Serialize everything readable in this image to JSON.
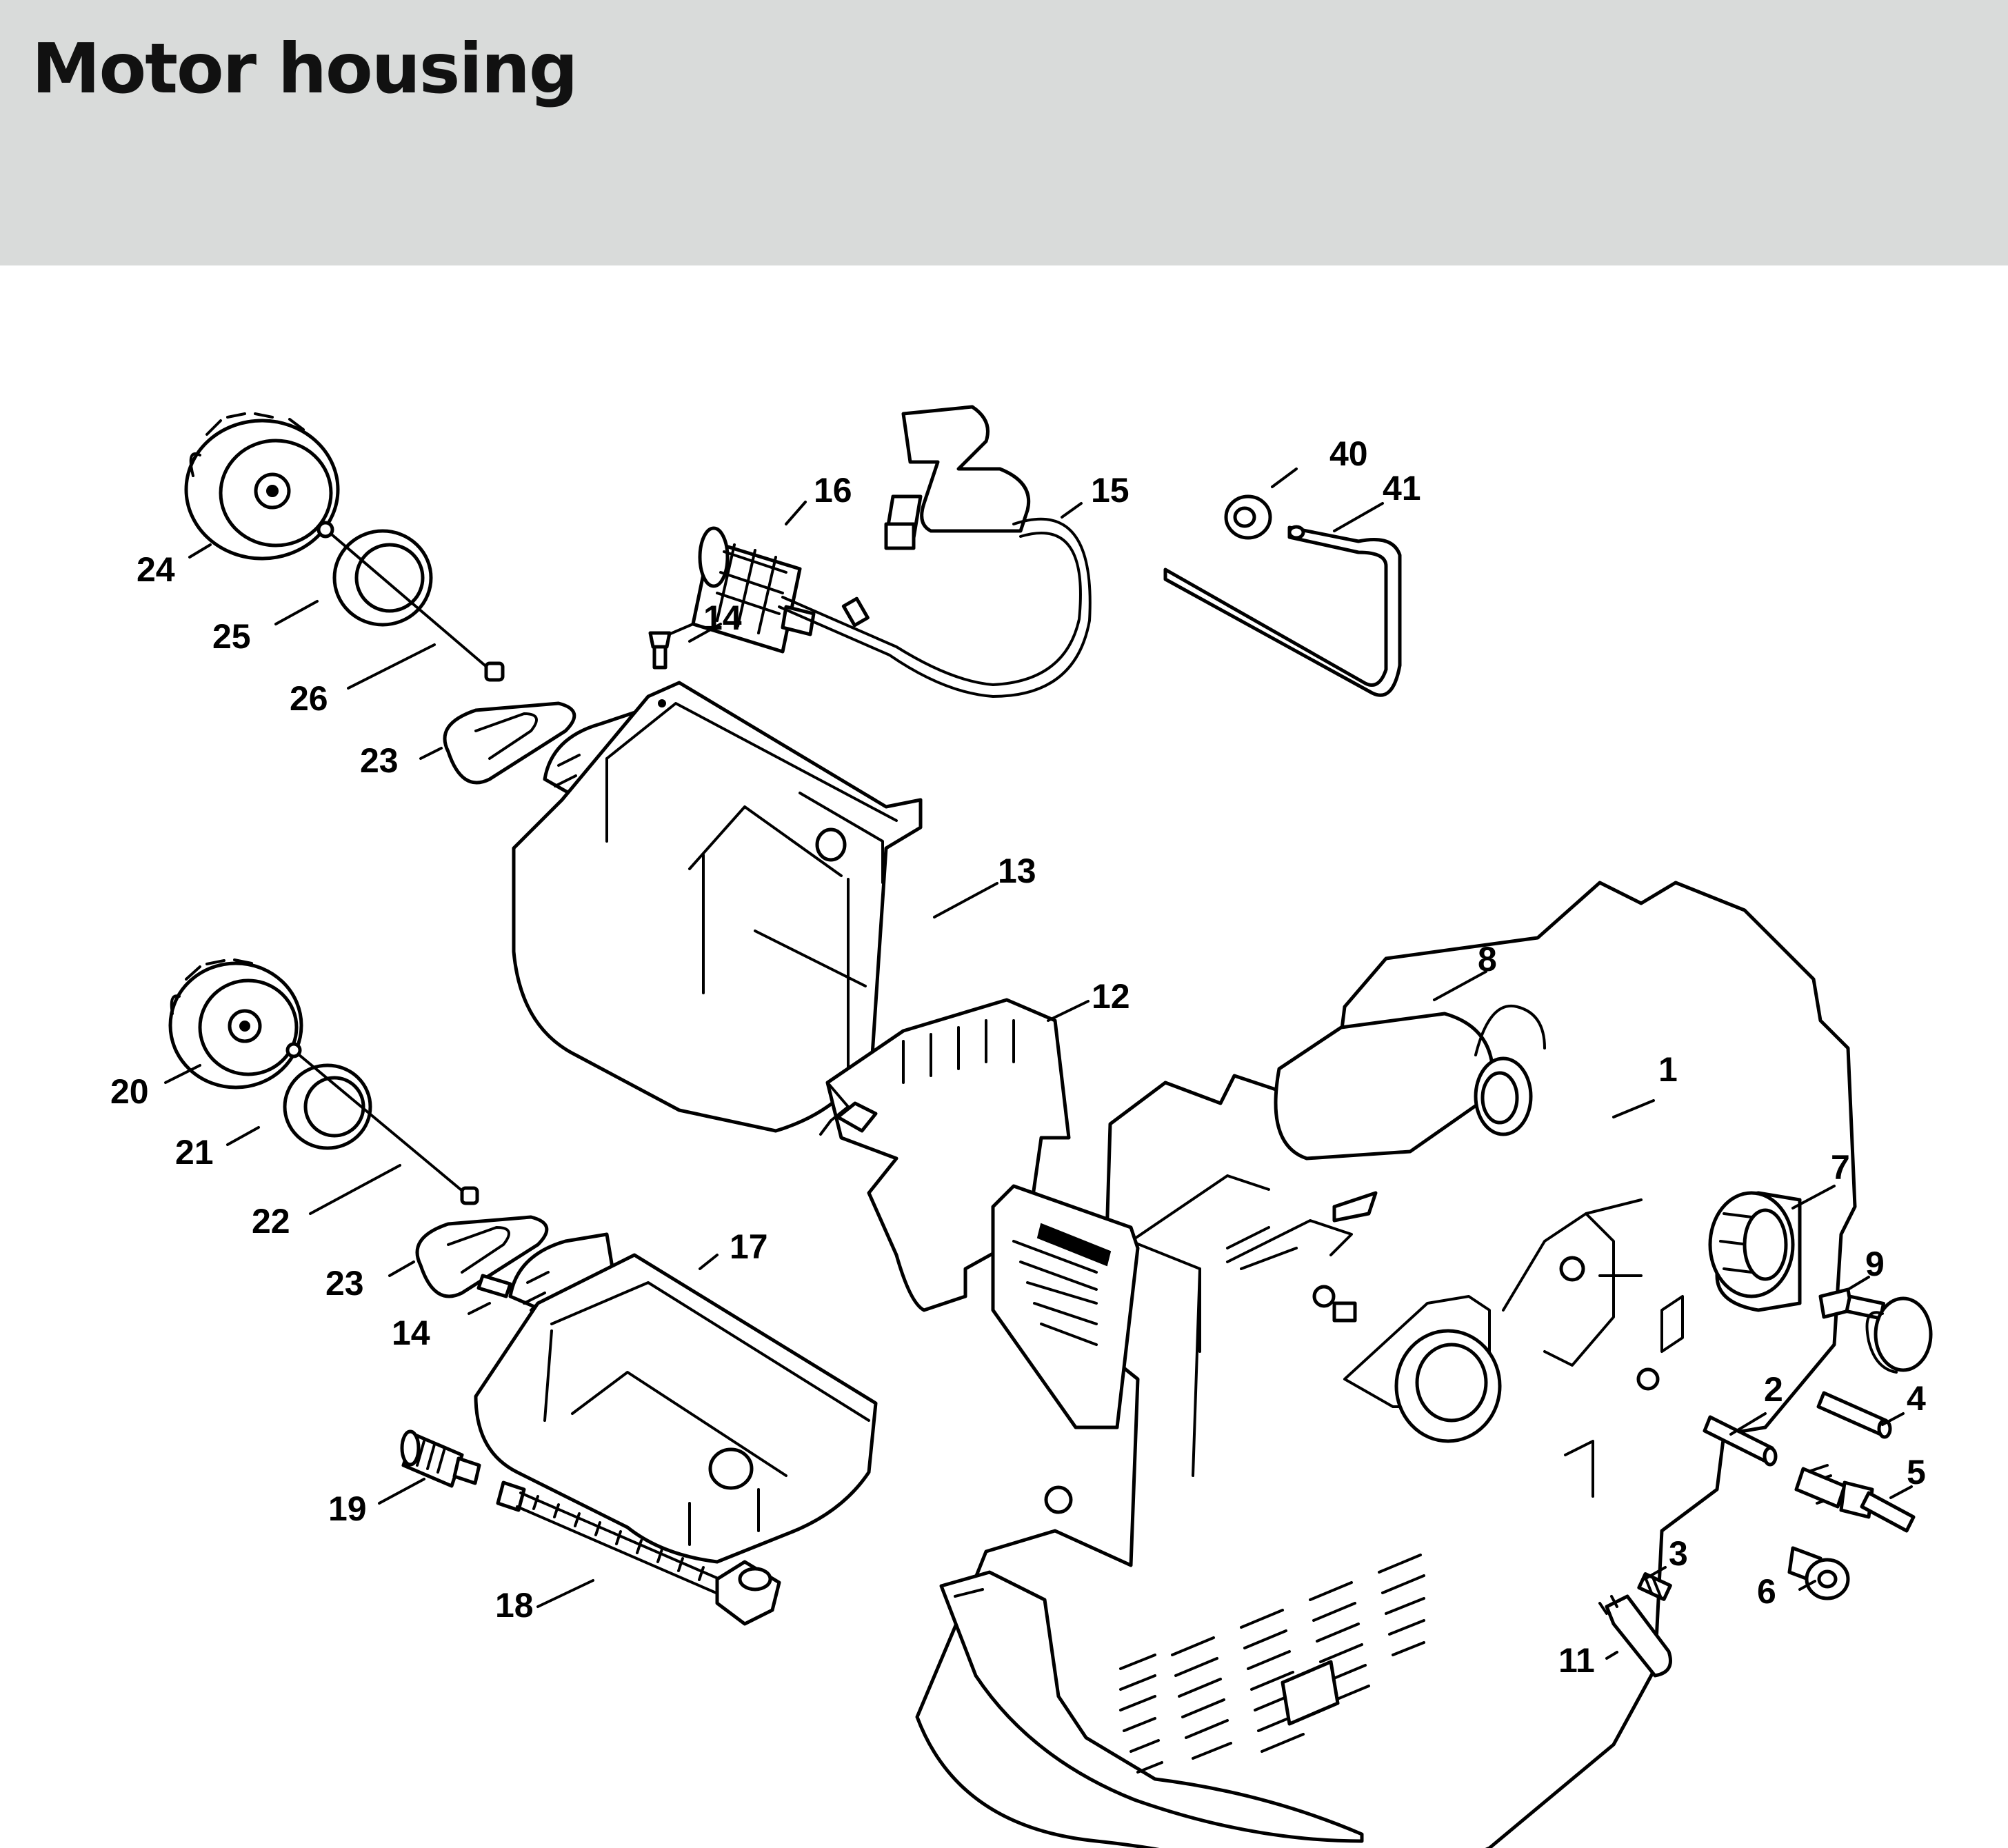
{
  "page": {
    "title": "Motor housing"
  },
  "colors": {
    "header_background": "#d9dbda",
    "line": "#000000",
    "page": "#ffffff"
  },
  "callouts": {
    "c1": "1",
    "c2": "2",
    "c3": "3",
    "c4": "4",
    "c5": "5",
    "c6": "6",
    "c7": "7",
    "c8": "8",
    "c9": "9",
    "c11": "11",
    "c12": "12",
    "c13": "13",
    "c14a": "14",
    "c14b": "14",
    "c15": "15",
    "c16": "16",
    "c17": "17",
    "c18": "18",
    "c19": "19",
    "c20": "20",
    "c21": "21",
    "c22": "22",
    "c23a": "23",
    "c23b": "23",
    "c24": "24",
    "c25": "25",
    "c26": "26",
    "c40": "40",
    "c41": "41"
  }
}
